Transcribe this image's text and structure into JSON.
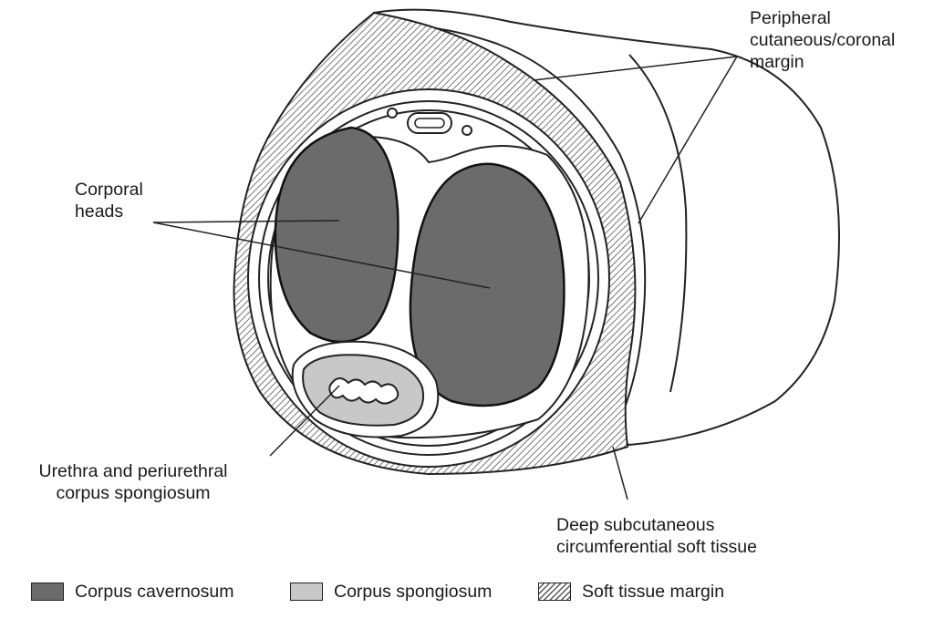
{
  "labels": {
    "peripheral_margin": [
      "Peripheral",
      "cutaneous/coronal",
      "margin"
    ],
    "corporal_heads": [
      "Corporal",
      "heads"
    ],
    "urethra": [
      "Urethra and periurethral",
      "corpus spongiosum"
    ],
    "deep_soft_tissue": [
      "Deep subcutaneous",
      "circumferential soft tissue"
    ]
  },
  "legend": [
    {
      "label": "Corpus cavernosum",
      "color": "#6b6b6b",
      "pattern": "solid"
    },
    {
      "label": "Corpus spongiosum",
      "color": "#c8c8c8",
      "pattern": "solid"
    },
    {
      "label": "Soft tissue margin",
      "color": "#555555",
      "pattern": "hatch"
    }
  ]
}
